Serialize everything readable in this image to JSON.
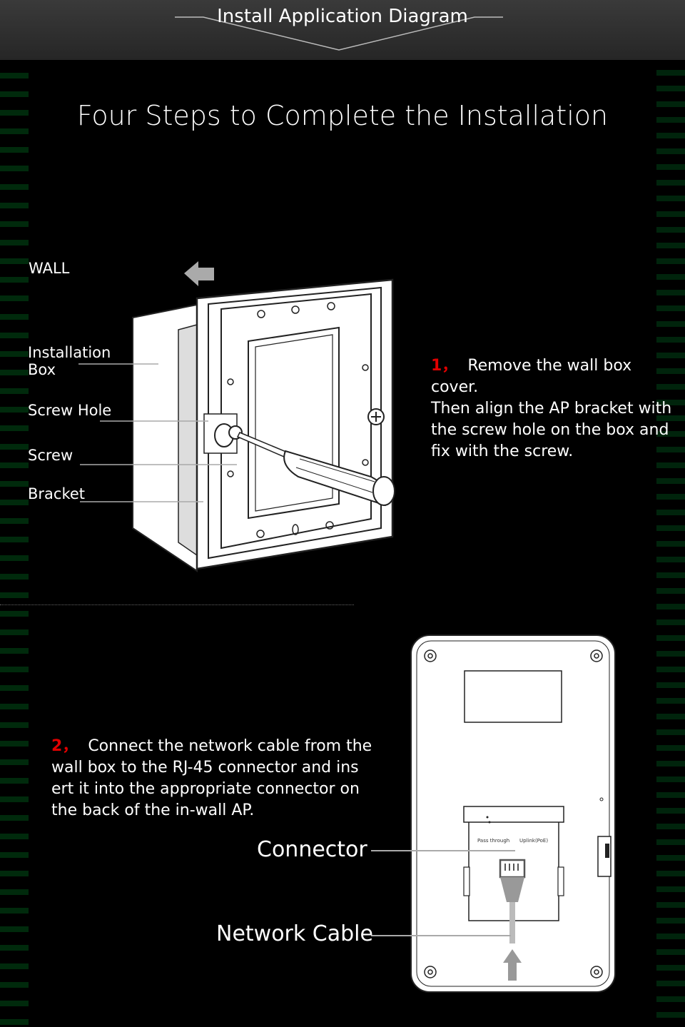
{
  "header": {
    "title": "Install Application Diagram"
  },
  "main_title": "Four Steps to Complete the Installation",
  "diagram1": {
    "labels": {
      "wall": "WALL",
      "installation_box_1": "Installation",
      "installation_box_2": "Box",
      "screw_hole": "Screw Hole",
      "screw": "Screw",
      "bracket": "Bracket"
    }
  },
  "step1": {
    "number": "1，",
    "lines": [
      "Remove the wall box cover.",
      "Then align the AP bracket with",
      "the screw hole on the box and",
      "fix with the screw."
    ]
  },
  "step2": {
    "number": "2，",
    "lines": [
      "Connect the network cable from the",
      "wall box to the RJ-45 connector and ins",
      "ert it into the appropriate connector on",
      "the back of the in-wall AP."
    ]
  },
  "diagram2": {
    "connector_label": "Connector",
    "network_cable_label": "Network Cable",
    "port_pass_through": "Pass through",
    "port_uplink": "Uplink(PoE)"
  },
  "colors": {
    "background": "#000000",
    "accent_red": "#e00000",
    "text": "#ffffff",
    "rain_green": "#0a7a2a"
  }
}
